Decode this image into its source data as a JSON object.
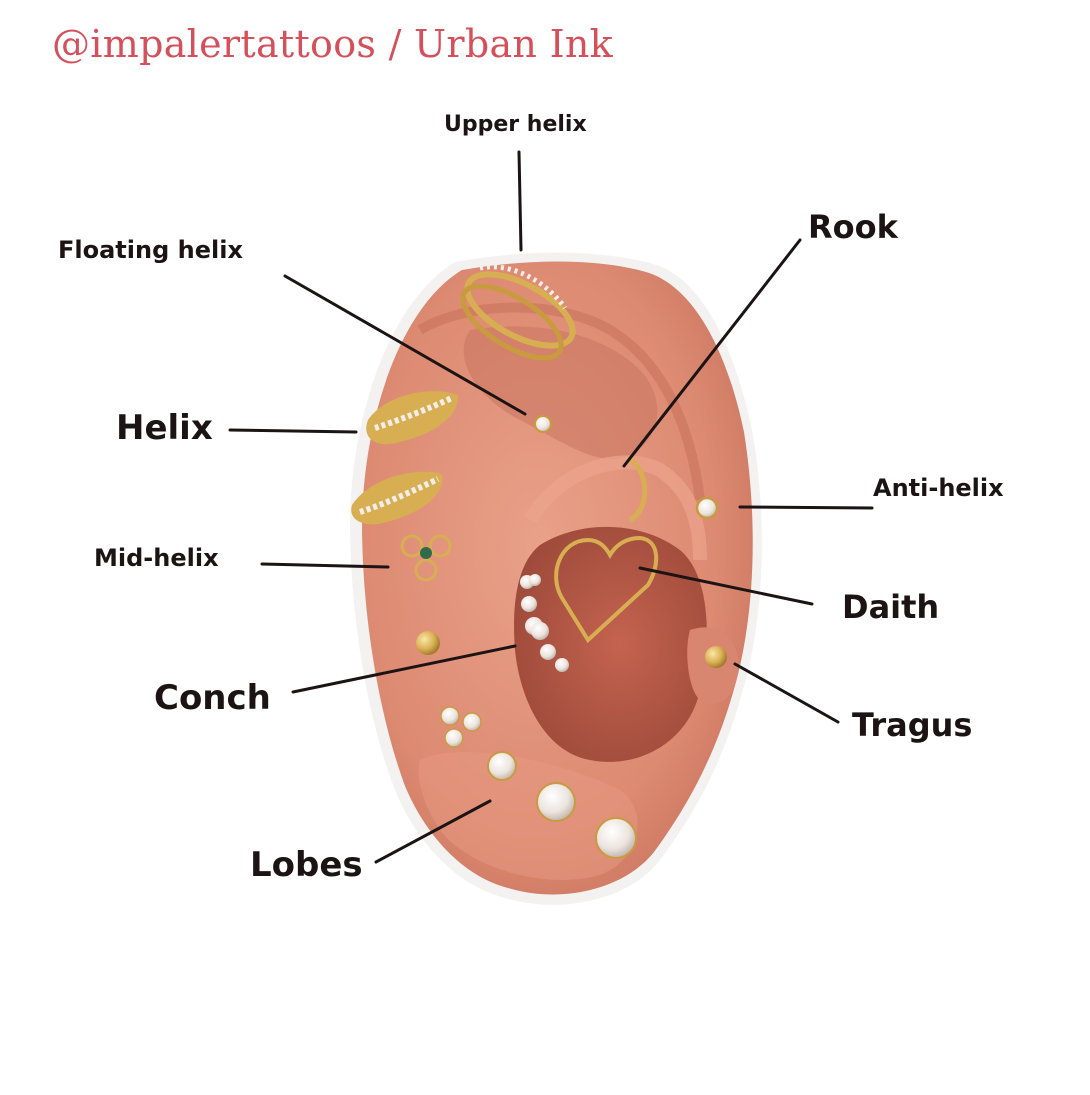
{
  "credit": {
    "text": "@impalertattoos / Urban Ink",
    "color": "#d4505b"
  },
  "labels": {
    "upper_helix": "Upper helix",
    "floating_helix": "Floating helix",
    "rook": "Rook",
    "helix": "Helix",
    "anti_helix": "Anti-helix",
    "mid_helix": "Mid-helix",
    "daith": "Daith",
    "conch": "Conch",
    "tragus": "Tragus",
    "lobes": "Lobes"
  },
  "colors": {
    "skin": "#dd8a72",
    "skin_shadow": "#a8503e",
    "gold": "#d8ae52",
    "crystal": "#f3eeea",
    "leader_line": "#1c1414",
    "label_text": "#1c1414"
  },
  "icons": {
    "ear": "ear-illustration",
    "ring": "hoop-ring-icon",
    "stud": "stud-icon",
    "heart": "heart-ring-icon",
    "flower": "flower-stud-icon"
  }
}
